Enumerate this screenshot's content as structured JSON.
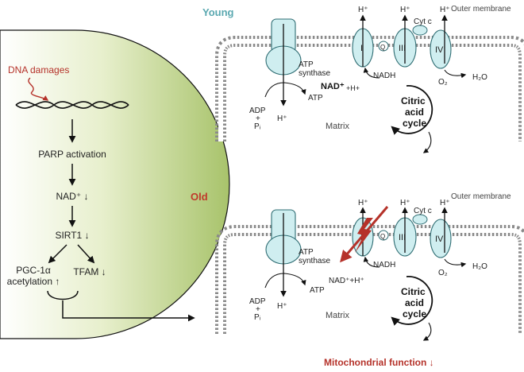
{
  "colors": {
    "young": "#5aa8b0",
    "old": "#c0392b",
    "accent_red": "#b5322a",
    "protein_fill": "#cfeef0",
    "protein_stroke": "#2f6d73",
    "nucleus_fill": "#e3ecc4",
    "lipid_head": "#8a8a8a",
    "text": "#222222"
  },
  "nucleus": {
    "dna_damage": "DNA damages",
    "steps": [
      "PARP activation",
      "NAD⁺ ↓",
      "SIRT1 ↓"
    ],
    "pgc_line1": "PGC-1α",
    "pgc_line2": "acetylation ↑",
    "tfam": "TFAM ↓"
  },
  "panels": [
    {
      "id": "young",
      "label": "Young",
      "outer_membrane": "Outer membrane",
      "atp_synthase_1": "ATP",
      "atp_synthase_2": "synthase",
      "nad": "NAD⁺",
      "nad_h": "+H+",
      "nadh": "NADH",
      "atp": "ATP",
      "adp_1": "ADP",
      "adp_2": "+",
      "adp_3": "Pᵢ",
      "h_plus": "H⁺",
      "complex_i": "I",
      "complex_q": "Q",
      "complex_iii": "III",
      "complex_iv": "IV",
      "cyt_c": "Cyt c",
      "o2": "O₂",
      "h2o": "H₂O",
      "cycle_1": "Citric",
      "cycle_2": "acid",
      "cycle_3": "cycle",
      "matrix": "Matrix"
    },
    {
      "id": "old",
      "label": "Old",
      "outer_membrane": "Outer membrane",
      "atp_synthase_1": "ATP",
      "atp_synthase_2": "synthase",
      "nad": "NAD⁺+H⁺",
      "nad_h": "",
      "nadh": "NADH",
      "atp": "ATP",
      "adp_1": "ADP",
      "adp_2": "+",
      "adp_3": "Pᵢ",
      "h_plus": "H⁺",
      "complex_i": "I",
      "complex_q": "Q",
      "complex_iii": "III",
      "complex_iv": "IV",
      "cyt_c": "Cyt c",
      "o2": "O₂",
      "h2o": "H₂O",
      "cycle_1": "Citric",
      "cycle_2": "acid",
      "cycle_3": "cycle",
      "matrix": "Matrix"
    }
  ],
  "footer": {
    "mito_function": "Mitochondrial function ↓"
  }
}
